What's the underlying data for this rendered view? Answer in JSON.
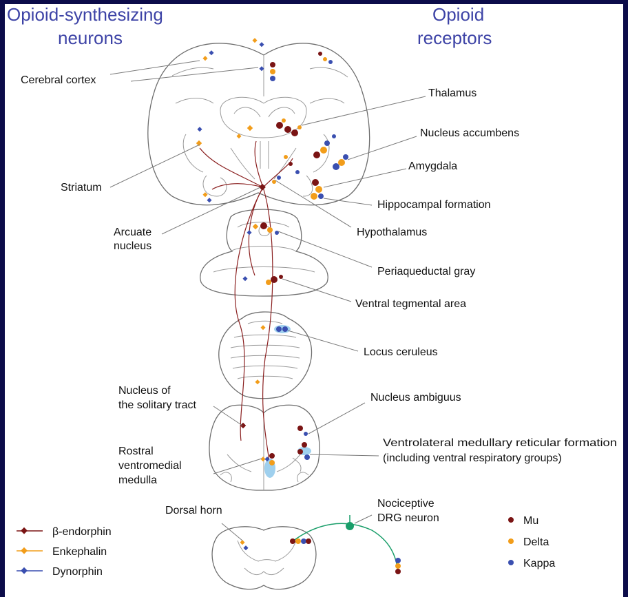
{
  "headers": {
    "left": [
      "Opioid-synthesizing",
      "neurons"
    ],
    "right": [
      "Opioid",
      "receptors"
    ]
  },
  "labels": {
    "cerebral_cortex": "Cerebral cortex",
    "striatum": "Striatum",
    "arcuate": [
      "Arcuate",
      "nucleus"
    ],
    "thalamus": "Thalamus",
    "nucleus_accumbens": "Nucleus accumbens",
    "amygdala": "Amygdala",
    "hippocampal": "Hippocampal formation",
    "hypothalamus": "Hypothalamus",
    "periaqueductal": "Periaqueductal gray",
    "vta": "Ventral tegmental area",
    "locus_ceruleus": "Locus ceruleus",
    "solitary_tract": [
      "Nucleus of",
      "the solitary tract"
    ],
    "nucleus_ambiguus": "Nucleus ambiguus",
    "rostral_vm": [
      "Rostral",
      "ventromedial",
      "medulla"
    ],
    "ventrolateral": [
      "Ventrolateral medullary reticular formation",
      "(including ventral respiratory groups)"
    ],
    "dorsal_horn": "Dorsal horn",
    "drg": [
      "Nociceptive",
      "DRG neuron"
    ]
  },
  "legend_neurons": [
    {
      "label": "β-endorphin",
      "color": "#7a1414"
    },
    {
      "label": "Enkephalin",
      "color": "#f29d1a"
    },
    {
      "label": "Dynorphin",
      "color": "#3a4fb0"
    }
  ],
  "legend_receptors": [
    {
      "label": "Mu",
      "color": "#7a1414"
    },
    {
      "label": "Delta",
      "color": "#f29d1a"
    },
    {
      "label": "Kappa",
      "color": "#3a4fb0"
    }
  ],
  "colors": {
    "mu": "#7a1414",
    "delta": "#f29d1a",
    "kappa": "#3a4fb0",
    "drg_fiber": "#1a9e6a",
    "light_kappa": "#9fd0ee"
  }
}
